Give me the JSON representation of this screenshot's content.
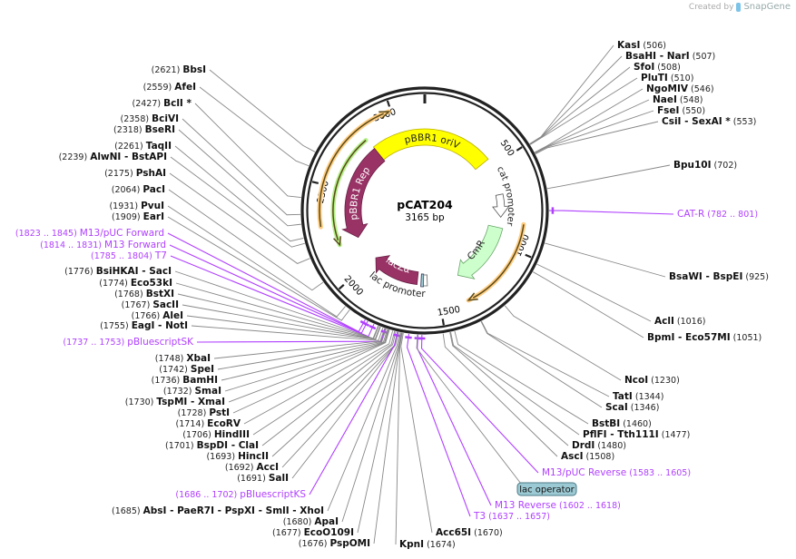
{
  "watermark": {
    "prefix": "Created by",
    "brand": "SnapGene"
  },
  "plasmid": {
    "name": "pCAT204",
    "length_label": "3165 bp",
    "length_bp": 3165
  },
  "ring": {
    "tick_labels": [
      "500",
      "1000",
      "1500",
      "2000",
      "2500",
      "3000"
    ]
  },
  "features": {
    "oriV": "pBBR1 oriV",
    "rep": "pBBR1 Rep",
    "cat_promoter": "cat promoter",
    "cmr": "CmR",
    "lac_promoter": "lac promoter",
    "lacz": "lacZα",
    "lac_operator": "lac operator"
  },
  "colors": {
    "oriV": "#ffff00",
    "rep": "#993366",
    "cmr": "#ccffcc",
    "primer": "#b040ff",
    "orf_orange": "#ffcc80",
    "orf_green": "#b6f08a",
    "lac_operator": "#9ccad4"
  },
  "left_labels": [
    {
      "name": "BbsI",
      "loc": "2621",
      "type": "enzyme"
    },
    {
      "name": "AfeI",
      "loc": "2559",
      "type": "enzyme"
    },
    {
      "name": "BclI *",
      "loc": "2427",
      "type": "enzyme"
    },
    {
      "name": "BciVI",
      "loc": "2358",
      "type": "enzyme"
    },
    {
      "name": "BseRI",
      "loc": "2318",
      "type": "enzyme"
    },
    {
      "name": "TaqII",
      "loc": "2261",
      "type": "enzyme"
    },
    {
      "name": "AlwNI   - BstAPI",
      "loc": "2239",
      "type": "enzyme"
    },
    {
      "name": "PshAI",
      "loc": "2175",
      "type": "enzyme"
    },
    {
      "name": "PacI",
      "loc": "2064",
      "type": "enzyme"
    },
    {
      "name": "PvuI",
      "loc": "1931",
      "type": "enzyme"
    },
    {
      "name": "EarI",
      "loc": "1909",
      "type": "enzyme"
    },
    {
      "name": "M13/pUC Forward",
      "loc": "1823 .. 1845",
      "type": "primer"
    },
    {
      "name": "M13 Forward",
      "loc": "1814 .. 1831",
      "type": "primer"
    },
    {
      "name": "T7",
      "loc": "1785 .. 1804",
      "type": "primer"
    },
    {
      "name": "BsiHKAI   - SacI",
      "loc": "1776",
      "type": "enzyme"
    },
    {
      "name": "Eco53kI",
      "loc": "1774",
      "type": "enzyme"
    },
    {
      "name": "BstXI",
      "loc": "1768",
      "type": "enzyme"
    },
    {
      "name": "SacII",
      "loc": "1767",
      "type": "enzyme"
    },
    {
      "name": "AleI",
      "loc": "1766",
      "type": "enzyme"
    },
    {
      "name": "EagI   - NotI",
      "loc": "1755",
      "type": "enzyme"
    },
    {
      "name": "pBluescriptSK",
      "loc": "1737 .. 1753",
      "type": "primer"
    },
    {
      "name": "XbaI",
      "loc": "1748",
      "type": "enzyme"
    },
    {
      "name": "SpeI",
      "loc": "1742",
      "type": "enzyme"
    },
    {
      "name": "BamHI",
      "loc": "1736",
      "type": "enzyme"
    },
    {
      "name": "SmaI",
      "loc": "1732",
      "type": "enzyme"
    },
    {
      "name": "TspMI   - XmaI",
      "loc": "1730",
      "type": "enzyme"
    },
    {
      "name": "PstI",
      "loc": "1728",
      "type": "enzyme"
    },
    {
      "name": "EcoRV",
      "loc": "1714",
      "type": "enzyme"
    },
    {
      "name": "HindIII",
      "loc": "1706",
      "type": "enzyme"
    },
    {
      "name": "BspDI   - ClaI",
      "loc": "1701",
      "type": "enzyme"
    },
    {
      "name": "HincII",
      "loc": "1693",
      "type": "enzyme"
    },
    {
      "name": "AccI",
      "loc": "1692",
      "type": "enzyme"
    },
    {
      "name": "SalI",
      "loc": "1691",
      "type": "enzyme"
    },
    {
      "name": "pBluescriptKS",
      "loc": "1686 .. 1702",
      "type": "primer"
    },
    {
      "name": "AbsI   - PaeR7I   - PspXI   - SmlI   - XhoI",
      "loc": "1685",
      "type": "enzyme"
    },
    {
      "name": "ApaI",
      "loc": "1680",
      "type": "enzyme"
    },
    {
      "name": "EcoO109I",
      "loc": "1677",
      "type": "enzyme"
    },
    {
      "name": "PspOMI",
      "loc": "1676",
      "type": "enzyme"
    }
  ],
  "right_labels": [
    {
      "name": "KasI",
      "loc": "506",
      "type": "enzyme"
    },
    {
      "name": "BsaHI   - NarI",
      "loc": "507",
      "type": "enzyme"
    },
    {
      "name": "SfoI",
      "loc": "508",
      "type": "enzyme"
    },
    {
      "name": "PluTI",
      "loc": "510",
      "type": "enzyme"
    },
    {
      "name": "NgoMIV",
      "loc": "546",
      "type": "enzyme"
    },
    {
      "name": "NaeI",
      "loc": "548",
      "type": "enzyme"
    },
    {
      "name": "FseI",
      "loc": "550",
      "type": "enzyme"
    },
    {
      "name": "CsiI   - SexAI *",
      "loc": "553",
      "type": "enzyme"
    },
    {
      "name": "Bpu10I",
      "loc": "702",
      "type": "enzyme"
    },
    {
      "name": "CAT-R",
      "loc": "782 .. 801",
      "type": "primer"
    },
    {
      "name": "BsaWI   - BspEI",
      "loc": "925",
      "type": "enzyme"
    },
    {
      "name": "AclI",
      "loc": "1016",
      "type": "enzyme"
    },
    {
      "name": "BpmI   - Eco57MI",
      "loc": "1051",
      "type": "enzyme"
    },
    {
      "name": "NcoI",
      "loc": "1230",
      "type": "enzyme"
    },
    {
      "name": "TatI",
      "loc": "1344",
      "type": "enzyme"
    },
    {
      "name": "ScaI",
      "loc": "1346",
      "type": "enzyme"
    },
    {
      "name": "BstBI",
      "loc": "1460",
      "type": "enzyme"
    },
    {
      "name": "PflFI   - Tth111I",
      "loc": "1477",
      "type": "enzyme"
    },
    {
      "name": "DrdI",
      "loc": "1480",
      "type": "enzyme"
    },
    {
      "name": "AscI",
      "loc": "1508",
      "type": "enzyme"
    },
    {
      "name": "M13/pUC Reverse",
      "loc": "1583 .. 1605",
      "type": "primer"
    },
    {
      "name": "M13 Reverse",
      "loc": "1602 .. 1618",
      "type": "primer"
    },
    {
      "name": "T3",
      "loc": "1637 .. 1657",
      "type": "primer"
    },
    {
      "name": "Acc65I",
      "loc": "1670",
      "type": "enzyme"
    },
    {
      "name": "KpnI",
      "loc": "1674",
      "type": "enzyme"
    }
  ]
}
